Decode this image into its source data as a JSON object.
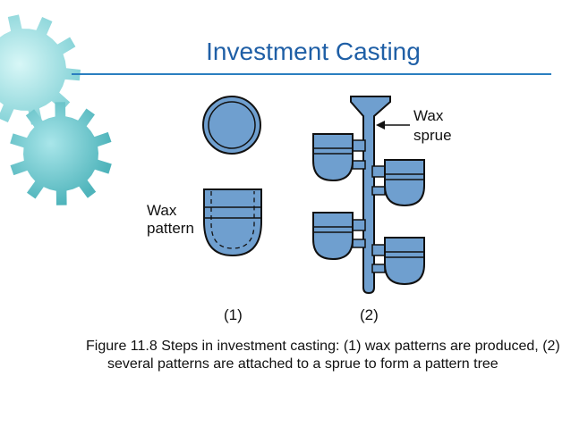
{
  "slide": {
    "title": "Investment Casting",
    "caption": "Figure 11.8 Steps in investment casting: (1) wax patterns are produced, (2) several patterns are attached to a sprue to form a pattern tree"
  },
  "figure": {
    "label_wax_pattern_line1": "Wax",
    "label_wax_pattern_line2": "pattern",
    "label_wax_sprue_line1": "Wax",
    "label_wax_sprue_line2": "sprue",
    "step1_label": "(1)",
    "step2_label": "(2)"
  },
  "colors": {
    "title": "#1f5fa6",
    "rule": "#2b7fc0",
    "wax_fill": "#6f9fcf",
    "outline": "#111111",
    "gear_light": "#b7ecee",
    "gear_dark": "#5fc2c7"
  }
}
